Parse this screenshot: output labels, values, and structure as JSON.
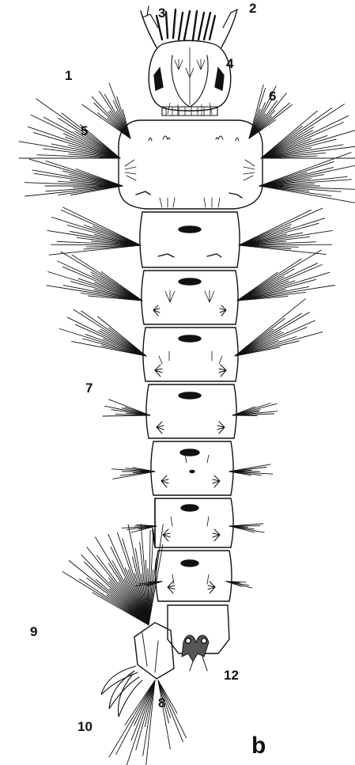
{
  "labels": {
    "l1": "1",
    "l2": "2",
    "l3": "3",
    "l4": "4",
    "l5": "5",
    "l6": "6",
    "l7": "7",
    "l8": "8",
    "l9": "9",
    "l10": "10",
    "l12": "12"
  },
  "panel_letter": "b",
  "colors": {
    "ink": "#111111",
    "paper": "#ffffff"
  }
}
